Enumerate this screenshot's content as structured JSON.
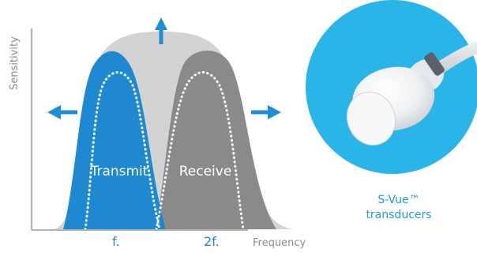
{
  "axis": {
    "y_label": "Sensitivity",
    "x_label": "Frequency",
    "tick_f": "f.",
    "tick_2f": "2f."
  },
  "bands": {
    "transmit_label": "Transmit",
    "receive_label": "Receive"
  },
  "product": {
    "caption_line1": "S-Vue™",
    "caption_line2": "transducers"
  },
  "colors": {
    "accent_blue": "#1e88d0",
    "arrow_blue": "#1e8fd5",
    "circle_blue": "#29b5e8",
    "envelope_gray": "#d3d3d3",
    "receive_gray": "#8a8a8a",
    "axis_gray": "#9a9a9a",
    "caption_blue": "#1e9ad6"
  },
  "icons": [
    "arrow-up-icon",
    "arrow-left-icon",
    "arrow-right-icon"
  ]
}
